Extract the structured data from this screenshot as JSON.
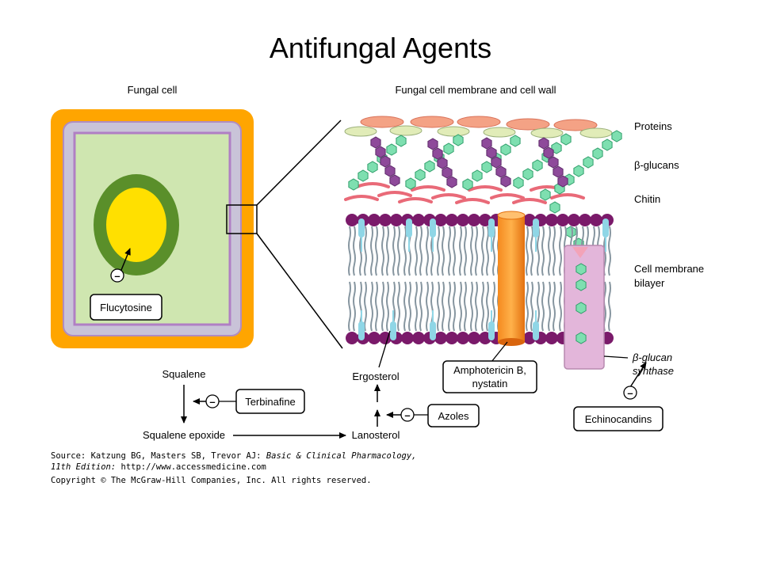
{
  "title": "Antifungal Agents",
  "panels": {
    "left_heading": "Fungal cell",
    "right_heading": "Fungal cell membrane and cell wall"
  },
  "layer_labels": {
    "proteins": "Proteins",
    "glucans": "β-glucans",
    "chitin": "Chitin",
    "membrane_line1": "Cell membrane",
    "membrane_line2": "bilayer",
    "synthase_line1": "β-glucan",
    "synthase_line2": "synthase"
  },
  "drugs": {
    "flucytosine": "Flucytosine",
    "terbinafine": "Terbinafine",
    "azoles": "Azoles",
    "amphotericin_line1": "Amphotericin B,",
    "amphotericin_line2": "nystatin",
    "echinocandins": "Echinocandins"
  },
  "pathway": {
    "squalene": "Squalene",
    "squalene_epoxide": "Squalene epoxide",
    "lanosterol": "Lanosterol",
    "ergosterol": "Ergosterol"
  },
  "inhibit_symbol": "–",
  "source": {
    "prefix": "Source: Katzung BG, Masters SB, Trevor AJ: ",
    "book": "Basic & Clinical Pharmacology,",
    "edition": "11th Edition:",
    "url": " http://www.accessmedicine.com",
    "copyright": "Copyright © The McGraw-Hill Companies, Inc. All rights reserved."
  },
  "colors": {
    "cell_wall": "#FFA500",
    "membrane": "#C9C3D8",
    "cytoplasm": "#CFE6B0",
    "nucleus_ring": "#5A8F2A",
    "nucleus": "#FFE000",
    "protein": "#F4A285",
    "protein_light": "#E1ECB8",
    "glucan_hex": "#7EDFB0",
    "chitin_hex": "#8E4A9A",
    "chitin_arc": "#E96A78",
    "lipid_head": "#7A1A6A",
    "ergosterol": "#8FD6E6",
    "amphotericin": "#F07A1A",
    "synthase": "#E3B6DA"
  }
}
